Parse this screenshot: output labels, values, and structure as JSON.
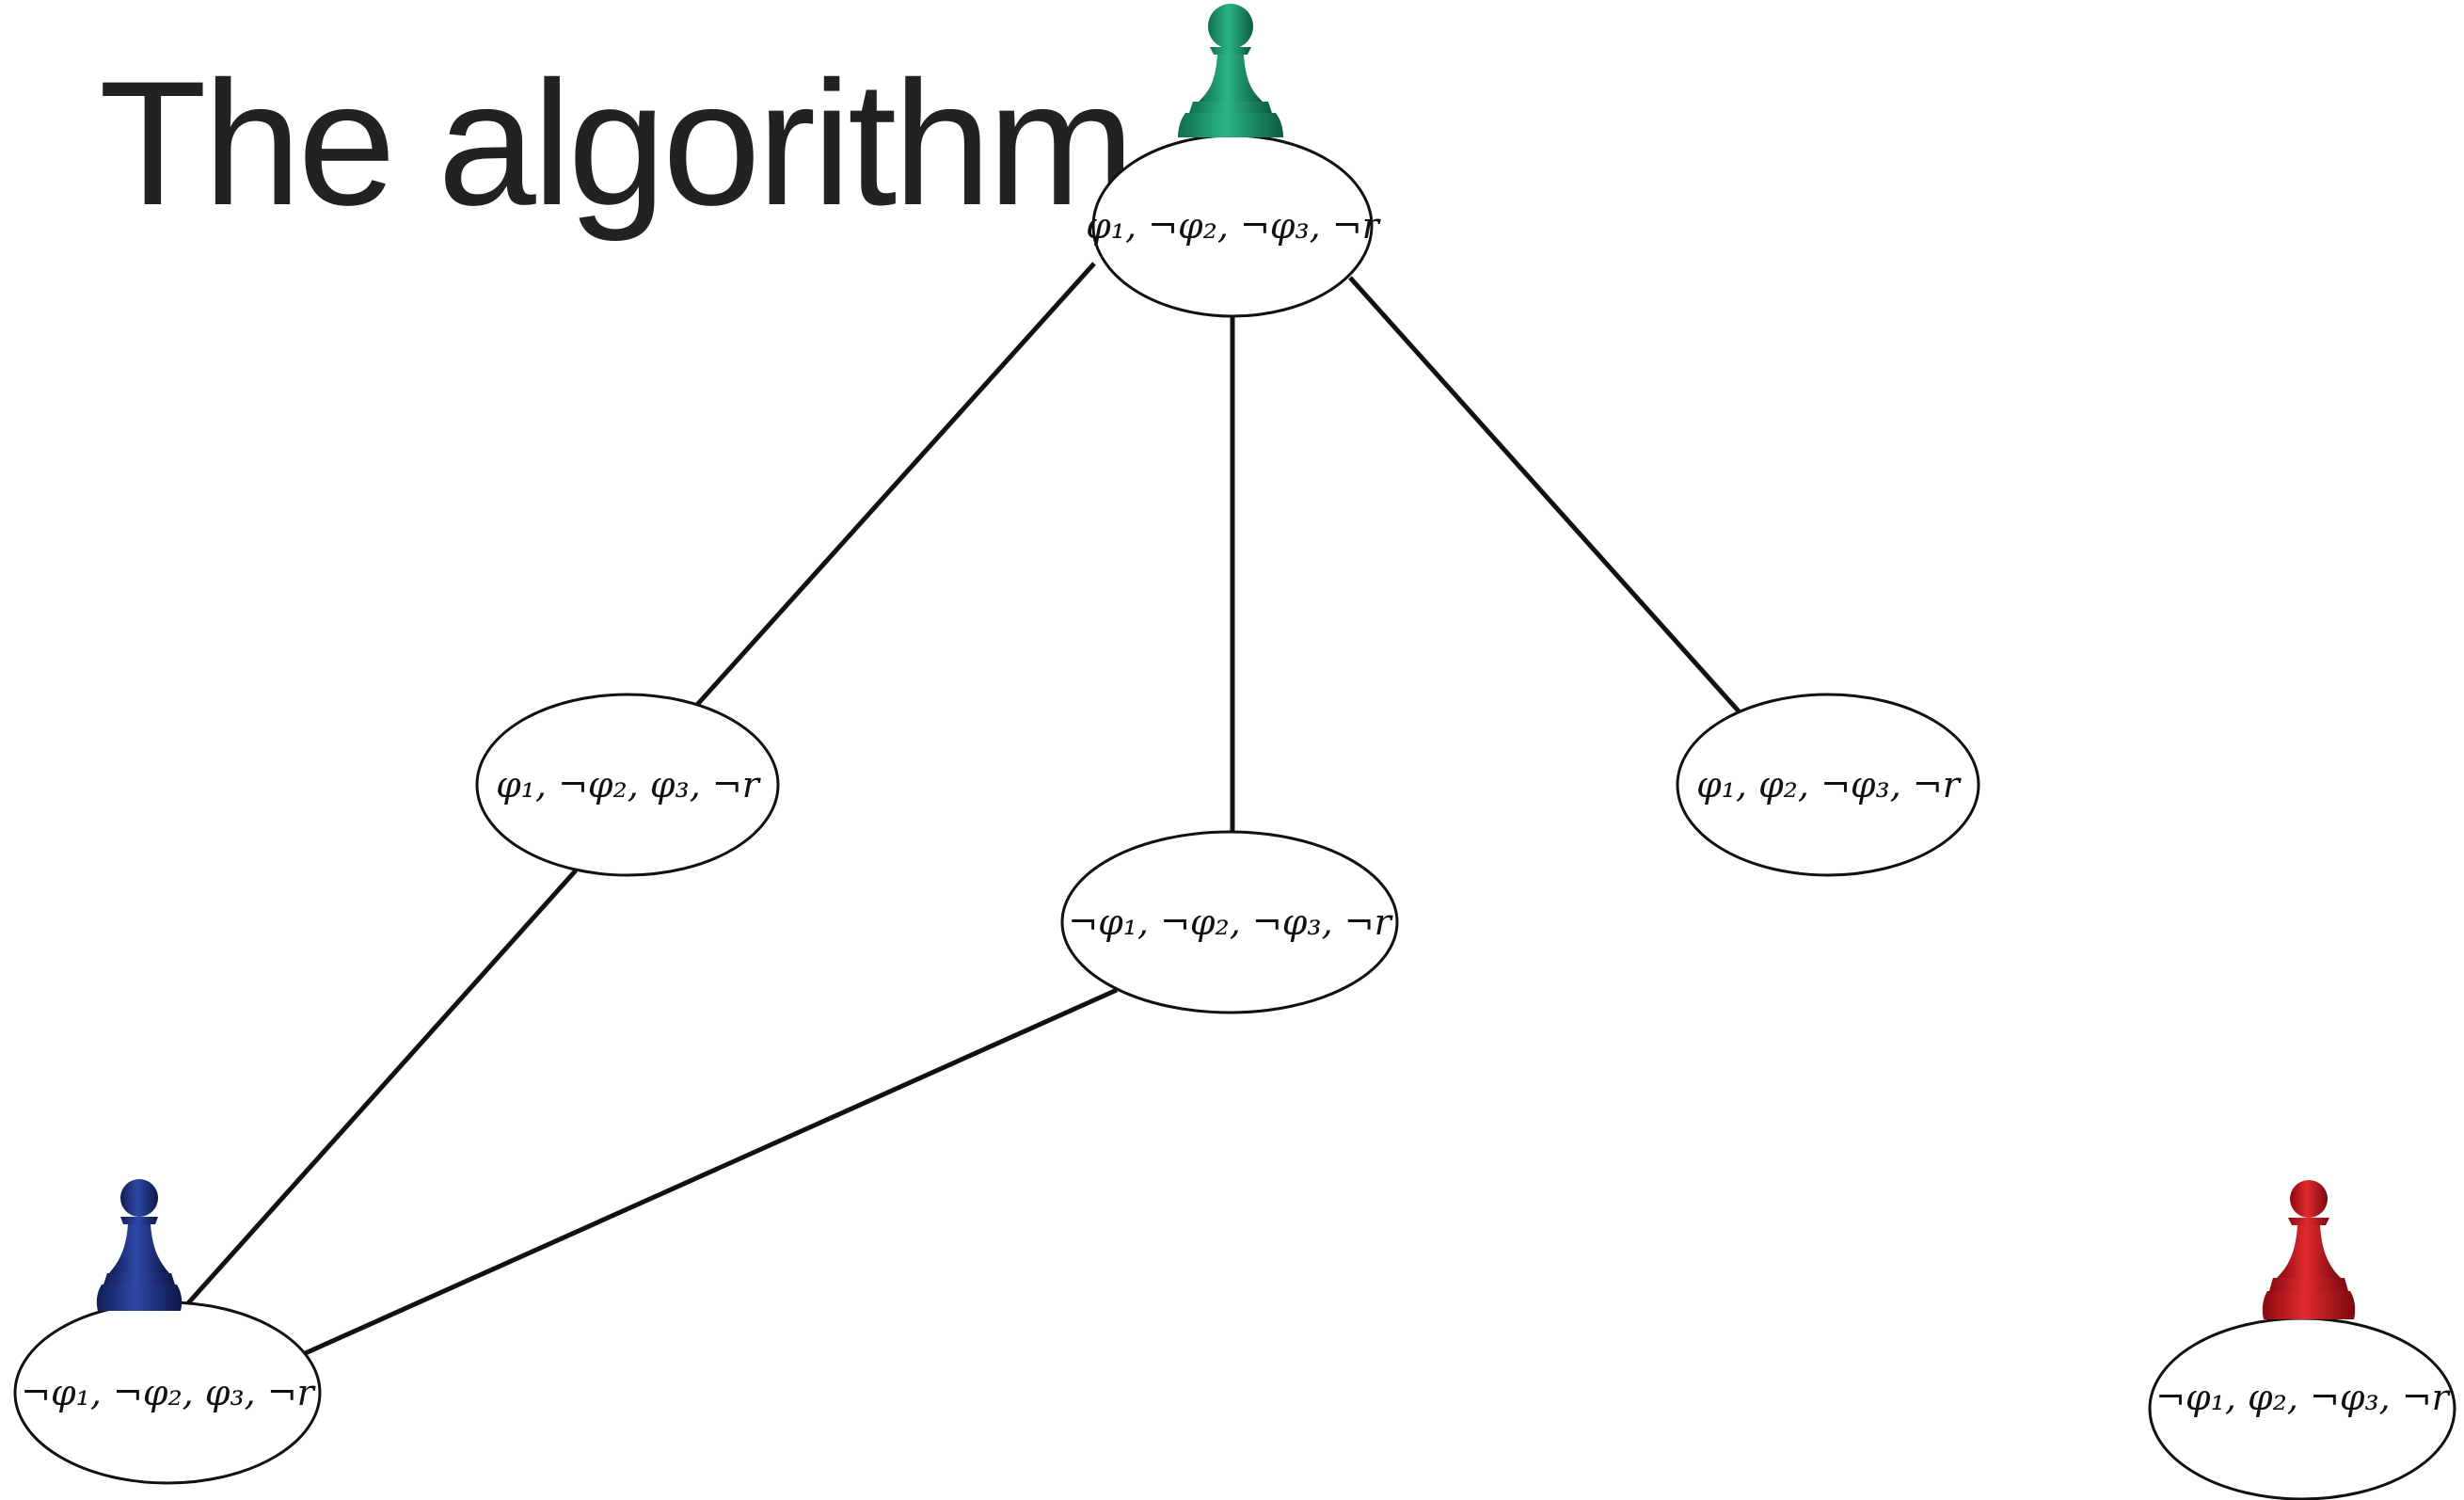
{
  "slide": {
    "title": "The algorithm"
  },
  "nodes": [
    {
      "id": "n1",
      "label": "φ₁, ¬φ₂, ¬φ₃, ¬r",
      "pawn": "green-pawn-icon",
      "pawn_color": "#1a8f6a"
    },
    {
      "id": "n2",
      "label": "φ₁, ¬φ₂, φ₃, ¬r"
    },
    {
      "id": "n3",
      "label": "¬φ₁, ¬φ₂, ¬φ₃, ¬r"
    },
    {
      "id": "n4",
      "label": "φ₁, φ₂, ¬φ₃, ¬r"
    },
    {
      "id": "n5",
      "label": "¬φ₁, ¬φ₂, φ₃, ¬r",
      "pawn": "blue-pawn-icon",
      "pawn_color": "#1c2f7a"
    },
    {
      "id": "n6",
      "label": "¬φ₁, φ₂, ¬φ₃, ¬r",
      "pawn": "red-pawn-icon",
      "pawn_color": "#c0141b"
    }
  ],
  "edges": [
    [
      "n1",
      "n2"
    ],
    [
      "n1",
      "n3"
    ],
    [
      "n1",
      "n4"
    ],
    [
      "n2",
      "n5"
    ],
    [
      "n3",
      "n5"
    ]
  ]
}
